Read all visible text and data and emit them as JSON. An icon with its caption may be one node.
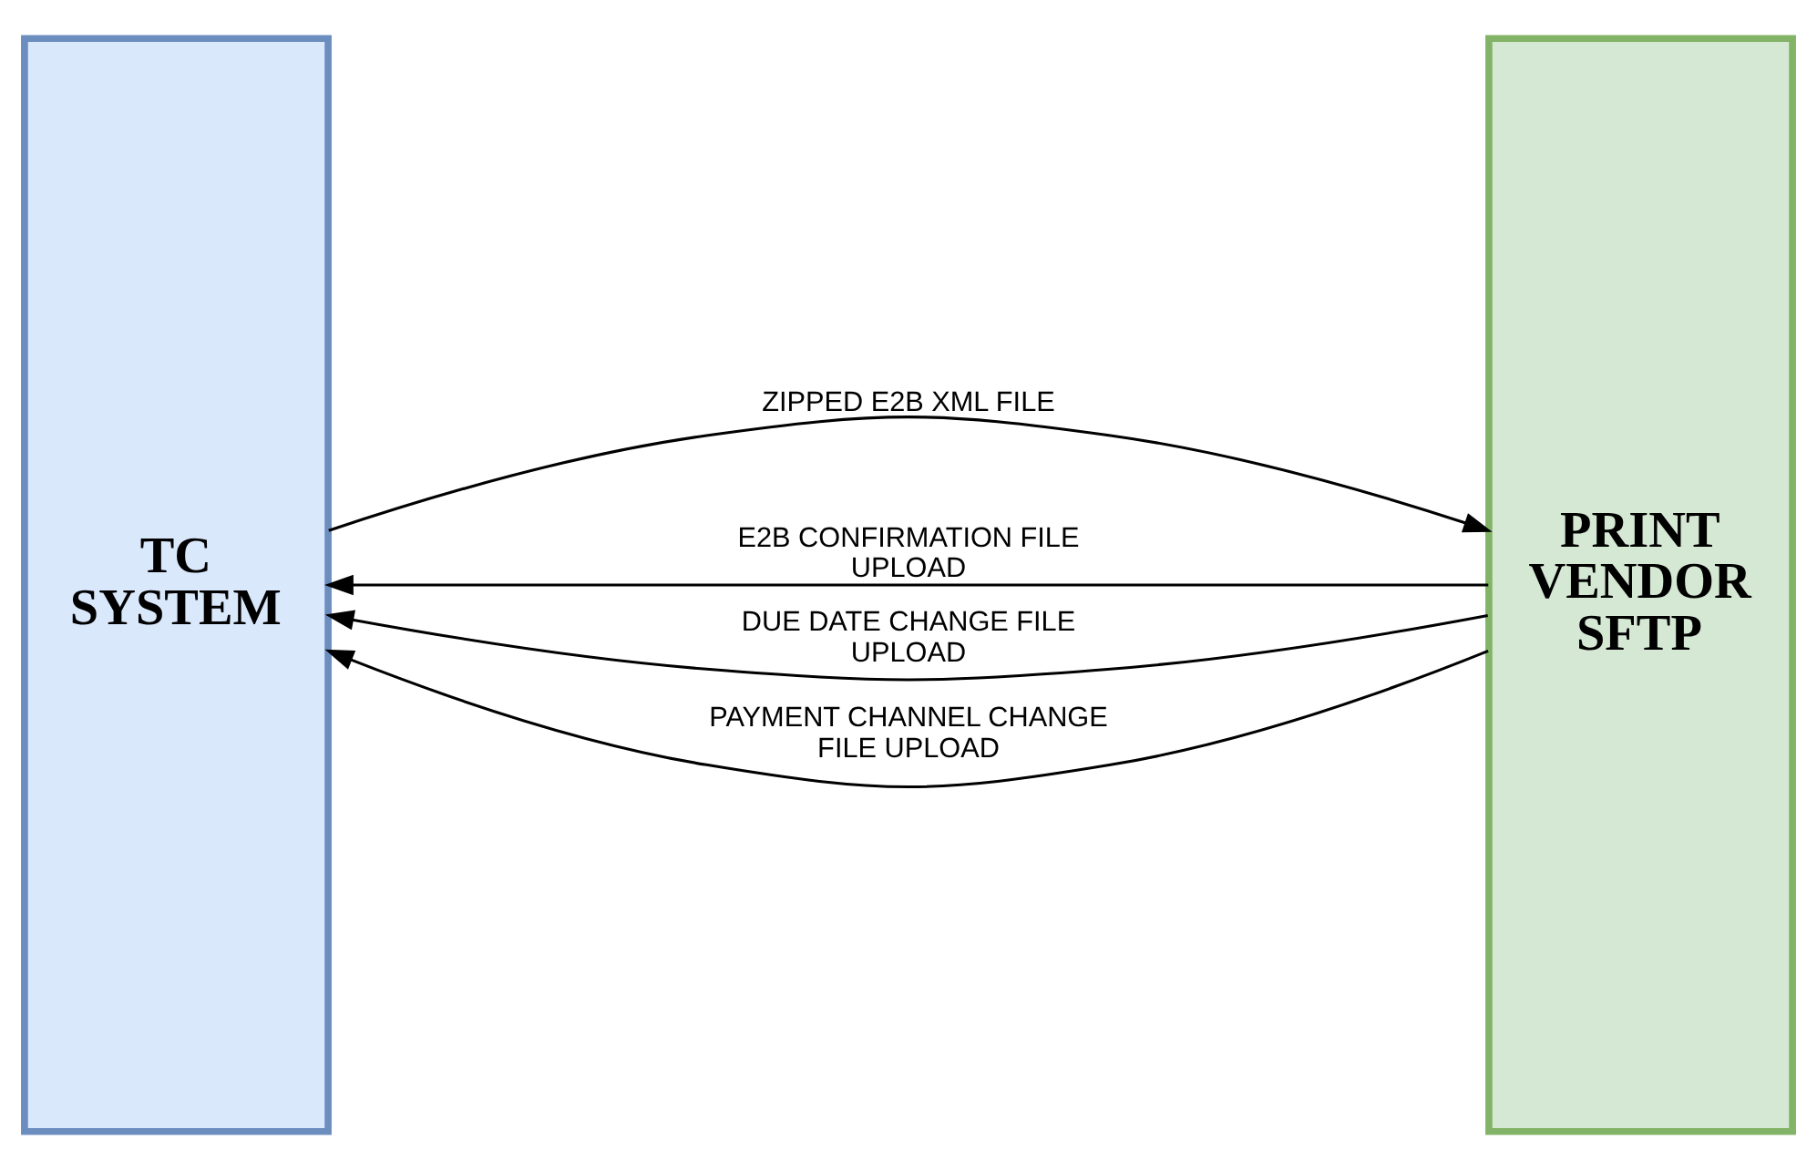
{
  "diagram": {
    "nodes": [
      {
        "text": [
          "TC SYSTEM"
        ]
      },
      {
        "text": [
          "PRINT VENDOR SFTP"
        ]
      }
    ],
    "edges": [
      {
        "from": 0,
        "to": 1,
        "arrow": "to",
        "label": "ZIPPED E2B XML FILE"
      },
      {
        "from": 1,
        "to": 0,
        "arrow": "to",
        "label": "E2B CONFIRMATION FILE UPLOAD"
      },
      {
        "from": 1,
        "to": 0,
        "arrow": "to",
        "label": "DUE DATE CHANGE FILE UPLOAD"
      },
      {
        "from": 1,
        "to": 0,
        "arrow": "to",
        "label": "PAYMENT CHANNEL CHANGE FILE UPLOAD"
      }
    ]
  }
}
